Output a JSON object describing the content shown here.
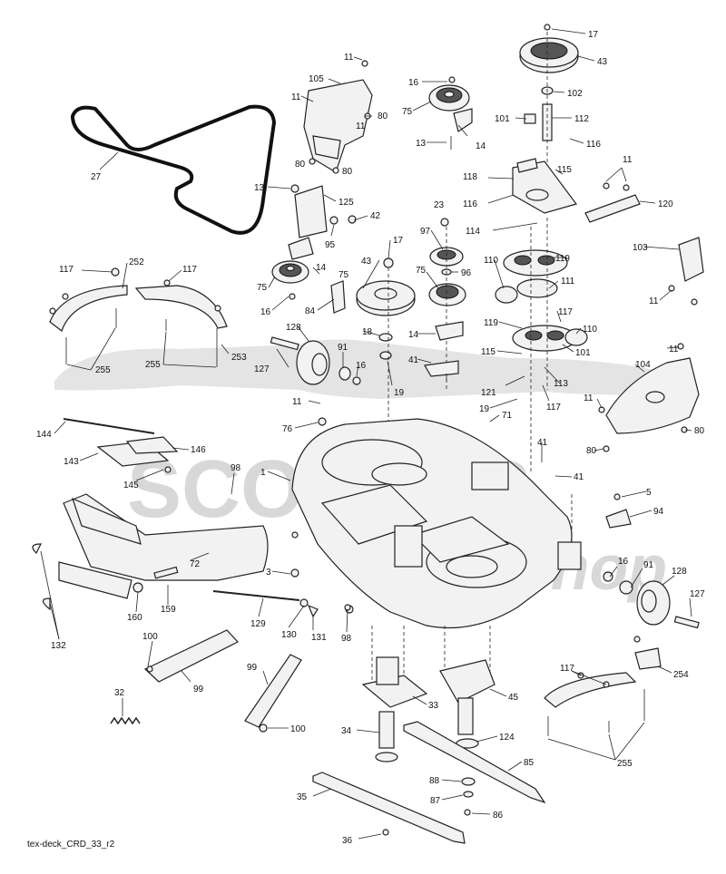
{
  "diagram": {
    "caption": "tex-deck_CRD_33_r2",
    "watermark": {
      "brand": "SCOOTER",
      "suffix": "Shop"
    },
    "labels": [
      {
        "id": "l27",
        "text": "27"
      },
      {
        "id": "l105",
        "text": "105"
      },
      {
        "id": "l11a",
        "text": "11"
      },
      {
        "id": "l11b",
        "text": "11"
      },
      {
        "id": "l11c",
        "text": "11"
      },
      {
        "id": "l80a",
        "text": "80"
      },
      {
        "id": "l80b",
        "text": "80"
      },
      {
        "id": "l80c",
        "text": "80"
      },
      {
        "id": "l16a",
        "text": "16"
      },
      {
        "id": "l75a",
        "text": "75"
      },
      {
        "id": "l13a",
        "text": "13"
      },
      {
        "id": "l14a",
        "text": "14"
      },
      {
        "id": "l17a",
        "text": "17"
      },
      {
        "id": "l43a",
        "text": "43"
      },
      {
        "id": "l102",
        "text": "102"
      },
      {
        "id": "l101a",
        "text": "101"
      },
      {
        "id": "l112",
        "text": "112"
      },
      {
        "id": "l116a",
        "text": "116"
      },
      {
        "id": "l115a",
        "text": "115"
      },
      {
        "id": "l11d",
        "text": "11"
      },
      {
        "id": "l118",
        "text": "118"
      },
      {
        "id": "l116b",
        "text": "116"
      },
      {
        "id": "l120",
        "text": "120"
      },
      {
        "id": "l13b",
        "text": "13"
      },
      {
        "id": "l125",
        "text": "125"
      },
      {
        "id": "l42",
        "text": "42"
      },
      {
        "id": "l95",
        "text": "95"
      },
      {
        "id": "l23",
        "text": "23"
      },
      {
        "id": "l114",
        "text": "114"
      },
      {
        "id": "l97",
        "text": "97"
      },
      {
        "id": "l119a",
        "text": "119"
      },
      {
        "id": "l103",
        "text": "103"
      },
      {
        "id": "l117a",
        "text": "117"
      },
      {
        "id": "l252",
        "text": "252"
      },
      {
        "id": "l117b",
        "text": "117"
      },
      {
        "id": "l14b",
        "text": "14"
      },
      {
        "id": "l17b",
        "text": "17"
      },
      {
        "id": "l43b",
        "text": "43"
      },
      {
        "id": "l75b",
        "text": "75"
      },
      {
        "id": "l96",
        "text": "96"
      },
      {
        "id": "l110a",
        "text": "110"
      },
      {
        "id": "l111",
        "text": "111"
      },
      {
        "id": "l75c",
        "text": "75"
      },
      {
        "id": "l16b",
        "text": "16"
      },
      {
        "id": "l84",
        "text": "84"
      },
      {
        "id": "l75d",
        "text": "75"
      },
      {
        "id": "l11e",
        "text": "11"
      },
      {
        "id": "l117c",
        "text": "117"
      },
      {
        "id": "l119b",
        "text": "119"
      },
      {
        "id": "l110b",
        "text": "110"
      },
      {
        "id": "l128a",
        "text": "128"
      },
      {
        "id": "l18",
        "text": "18"
      },
      {
        "id": "l14c",
        "text": "14"
      },
      {
        "id": "l253",
        "text": "253"
      },
      {
        "id": "l91a",
        "text": "91"
      },
      {
        "id": "l127a",
        "text": "127"
      },
      {
        "id": "l16c",
        "text": "16"
      },
      {
        "id": "l255a",
        "text": "255"
      },
      {
        "id": "l255b",
        "text": "255"
      },
      {
        "id": "l41a",
        "text": "41"
      },
      {
        "id": "l115b",
        "text": "115"
      },
      {
        "id": "l101b",
        "text": "101"
      },
      {
        "id": "l11f",
        "text": "11"
      },
      {
        "id": "l19a",
        "text": "19"
      },
      {
        "id": "l121",
        "text": "121"
      },
      {
        "id": "l113",
        "text": "113"
      },
      {
        "id": "l104",
        "text": "104"
      },
      {
        "id": "l11g",
        "text": "11"
      },
      {
        "id": "l19b",
        "text": "19"
      },
      {
        "id": "l117d",
        "text": "117"
      },
      {
        "id": "l11h",
        "text": "11"
      },
      {
        "id": "l71",
        "text": "71"
      },
      {
        "id": "l76",
        "text": "76"
      },
      {
        "id": "l144",
        "text": "144"
      },
      {
        "id": "l80d",
        "text": "80"
      },
      {
        "id": "l80e",
        "text": "80"
      },
      {
        "id": "l146",
        "text": "146"
      },
      {
        "id": "l41b",
        "text": "41"
      },
      {
        "id": "l143",
        "text": "143"
      },
      {
        "id": "l1",
        "text": "1"
      },
      {
        "id": "l98a",
        "text": "98"
      },
      {
        "id": "l41c",
        "text": "41"
      },
      {
        "id": "l145",
        "text": "145"
      },
      {
        "id": "l5",
        "text": "5"
      },
      {
        "id": "l94",
        "text": "94"
      },
      {
        "id": "l3",
        "text": "3"
      },
      {
        "id": "l16d",
        "text": "16"
      },
      {
        "id": "l72",
        "text": "72"
      },
      {
        "id": "l91b",
        "text": "91"
      },
      {
        "id": "l128b",
        "text": "128"
      },
      {
        "id": "l159",
        "text": "159"
      },
      {
        "id": "l127b",
        "text": "127"
      },
      {
        "id": "l160",
        "text": "160"
      },
      {
        "id": "l129",
        "text": "129"
      },
      {
        "id": "l130",
        "text": "130"
      },
      {
        "id": "l131",
        "text": "131"
      },
      {
        "id": "l98b",
        "text": "98"
      },
      {
        "id": "l132",
        "text": "132"
      },
      {
        "id": "l100a",
        "text": "100"
      },
      {
        "id": "l99a",
        "text": "99"
      },
      {
        "id": "l99b",
        "text": "99"
      },
      {
        "id": "l117e",
        "text": "117"
      },
      {
        "id": "l254",
        "text": "254"
      },
      {
        "id": "l33",
        "text": "33"
      },
      {
        "id": "l45",
        "text": "45"
      },
      {
        "id": "l32",
        "text": "32"
      },
      {
        "id": "l100b",
        "text": "100"
      },
      {
        "id": "l34",
        "text": "34"
      },
      {
        "id": "l124",
        "text": "124"
      },
      {
        "id": "l255c",
        "text": "255"
      },
      {
        "id": "l85",
        "text": "85"
      },
      {
        "id": "l88",
        "text": "88"
      },
      {
        "id": "l35",
        "text": "35"
      },
      {
        "id": "l87",
        "text": "87"
      },
      {
        "id": "l86",
        "text": "86"
      },
      {
        "id": "l36",
        "text": "36"
      }
    ]
  }
}
